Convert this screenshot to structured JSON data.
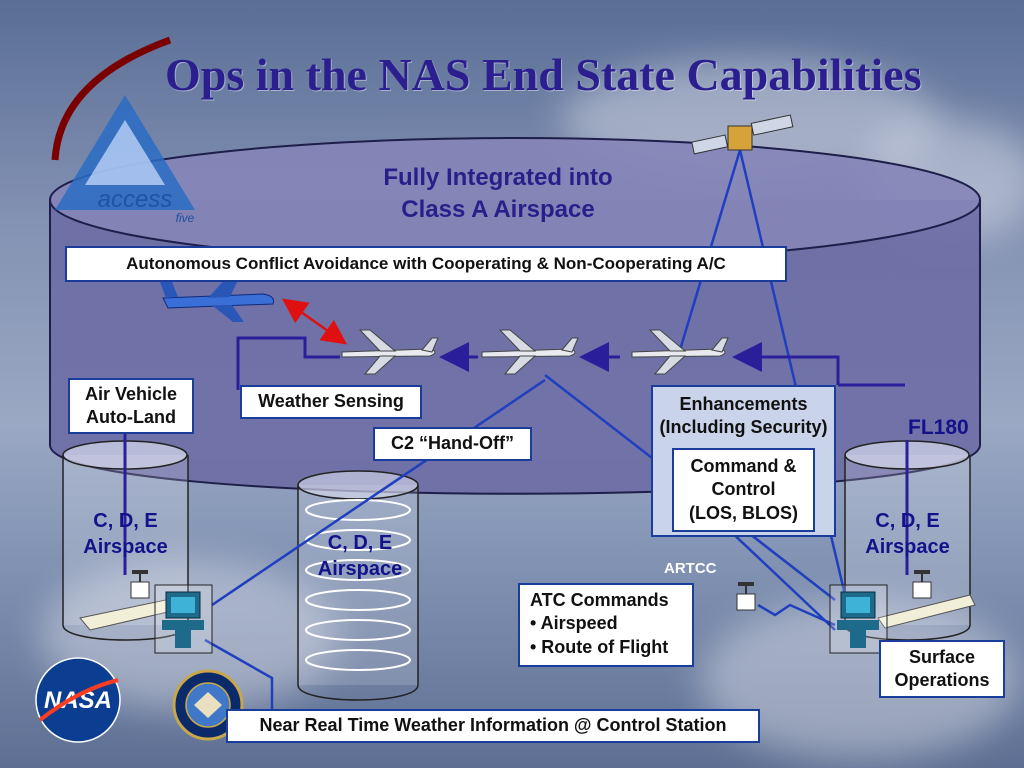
{
  "slide": {
    "title": "Ops in the NAS End State Capabilities",
    "top_layer_label_line1": "Fully Integrated into",
    "top_layer_label_line2": "Class A Airspace",
    "conflict_box": "Autonomous Conflict Avoidance with Cooperating & Non-Cooperating A/C",
    "air_vehicle_line1": "Air Vehicle",
    "air_vehicle_line2": "Auto-Land",
    "weather_sensing": "Weather Sensing",
    "c2_handoff": "C2 “Hand-Off”",
    "enhancements_line1": "Enhancements",
    "enhancements_line2": "(Including Security)",
    "command_control_line1": "Command &",
    "command_control_line2": "Control",
    "command_control_line3": "(LOS, BLOS)",
    "fl180": "FL180",
    "left_airspace_line1": "C, D, E",
    "left_airspace_line2": "Airspace",
    "middle_airspace_line1": "C, D, E",
    "middle_airspace_line2": "Airspace",
    "right_airspace_line1": "C, D, E",
    "right_airspace_line2": "Airspace",
    "artcc": "ARTCC",
    "atc_title": "ATC Commands",
    "atc_item1": "• Airspeed",
    "atc_item2": "• Route of Flight",
    "surface_line1": "Surface",
    "surface_line2": "Operations",
    "weather_info": "Near Real Time Weather Information @ Control Station",
    "logo_text": "access",
    "logo_subtext": "five",
    "nasa_logo": "NASA"
  },
  "colors": {
    "title": "#2b1f8f",
    "cylinder_fill": "#6e6ea6",
    "link_lines": "#1f3fc0",
    "arrow_purple": "#2a1f9a",
    "conflict_arrow": "#e01010"
  },
  "icons": [
    "satellite-icon",
    "jet-airliner-icon",
    "uav-drone-icon",
    "control-station-icon",
    "radar-tower-icon",
    "nasa-logo",
    "dod-seal",
    "access-five-logo"
  ]
}
